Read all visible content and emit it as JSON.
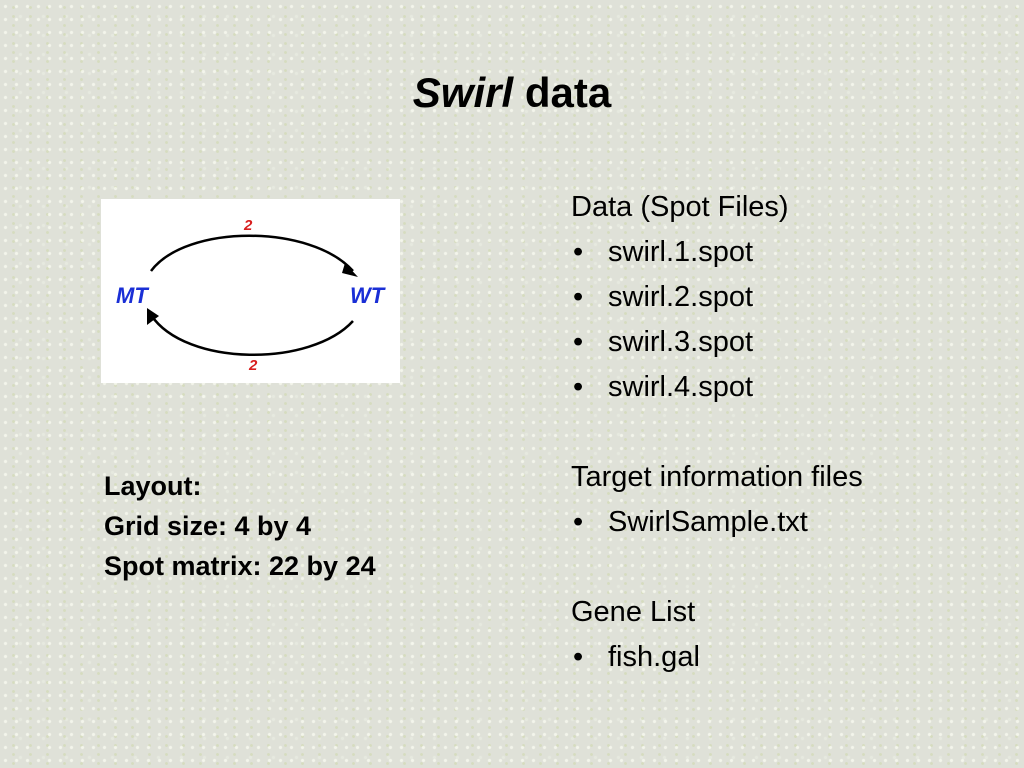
{
  "title": {
    "italic": "Swirl",
    "rest": " data"
  },
  "diagram": {
    "left_label": "MT",
    "right_label": "WT",
    "top_count": "2",
    "bottom_count": "2",
    "colors": {
      "label": "#1a2fd6",
      "count": "#d81e1e",
      "arc": "#000000"
    }
  },
  "layout": {
    "heading": "Layout:",
    "grid_size": "Grid size: 4 by 4",
    "spot_matrix": "Spot matrix: 22 by 24"
  },
  "files": {
    "data_heading": "Data (Spot Files)",
    "data_items": [
      "swirl.1.spot",
      "swirl.2.spot",
      "swirl.3.spot",
      "swirl.4.spot"
    ],
    "target_heading": "Target information files",
    "target_items": [
      "SwirlSample.txt"
    ],
    "gene_heading": "Gene List",
    "gene_items": [
      "fish.gal"
    ],
    "bullet": "•"
  }
}
